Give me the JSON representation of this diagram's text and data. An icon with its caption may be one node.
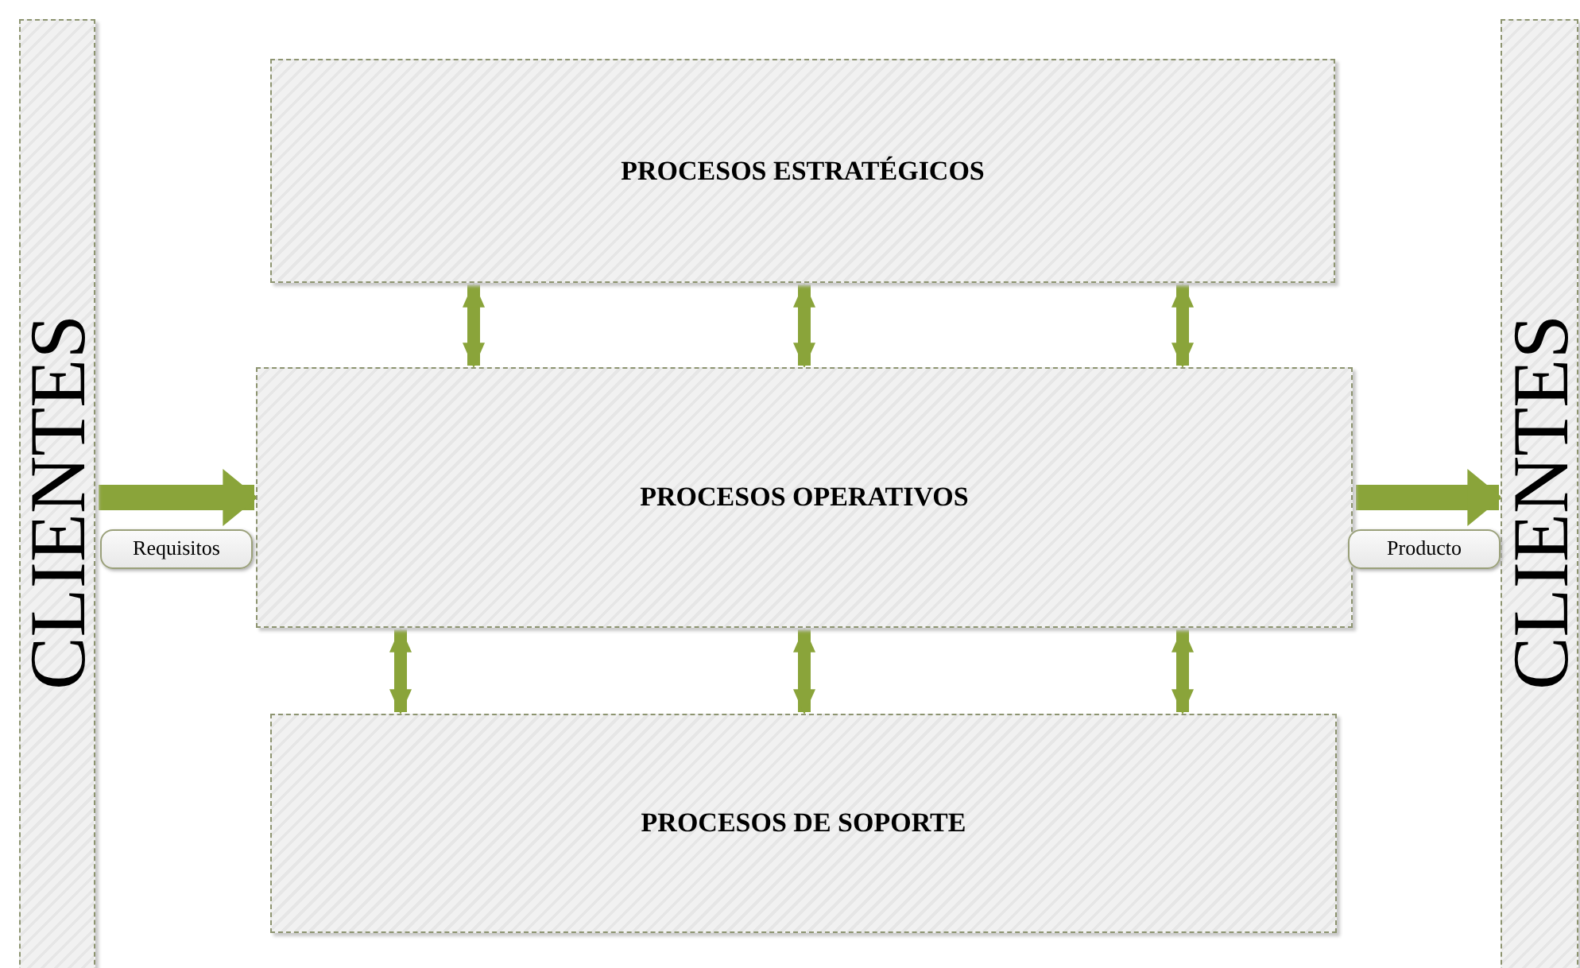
{
  "diagram": {
    "nodes": [
      {
        "text": [
          "CLIENTES"
        ]
      },
      {
        "text": [
          "PROCESOS ESTRATÉGICOS"
        ]
      },
      {
        "text": [
          "PROCESOS OPERATIVOS"
        ]
      },
      {
        "text": [
          "PROCESOS DE SOPORTE"
        ]
      },
      {
        "text": [
          "CLIENTES"
        ]
      }
    ],
    "edges": [
      {
        "from": 0,
        "to": 2,
        "arrow": "to",
        "label": "Requisitos",
        "style": "thick"
      },
      {
        "from": 2,
        "to": 4,
        "arrow": "to",
        "label": "Producto",
        "style": "thick"
      },
      {
        "from": 1,
        "to": 2,
        "arrow": "both"
      },
      {
        "from": 1,
        "to": 2,
        "arrow": "both"
      },
      {
        "from": 1,
        "to": 2,
        "arrow": "both"
      },
      {
        "from": 2,
        "to": 3,
        "arrow": "both"
      },
      {
        "from": 2,
        "to": 3,
        "arrow": "both"
      },
      {
        "from": 2,
        "to": 3,
        "arrow": "both"
      }
    ]
  }
}
